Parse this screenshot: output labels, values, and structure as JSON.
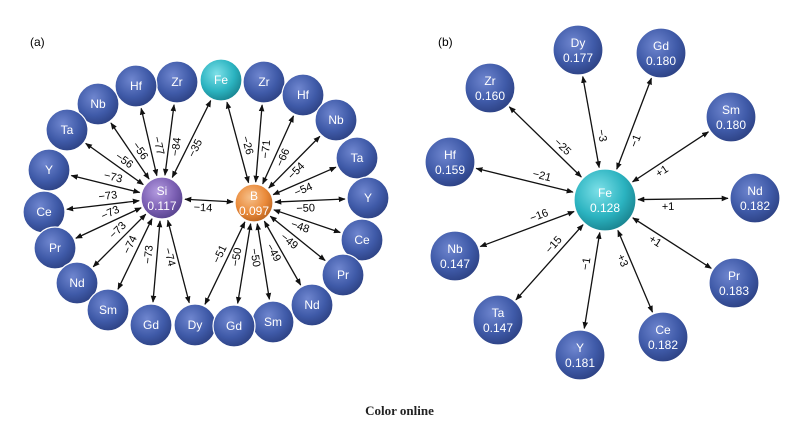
{
  "caption": "Color online",
  "colors": {
    "outer_node": "#3f5aa8",
    "fe_node": "#2bb3c0",
    "si_node": "#7b5fb3",
    "b_node": "#ea8a3a",
    "edge": "#111111"
  },
  "panel_a": {
    "label": "(a)",
    "centers": [
      {
        "id": "si",
        "symbol": "Si",
        "value": "0.117",
        "color_key": "si_node"
      },
      {
        "id": "b",
        "symbol": "B",
        "value": "0.097",
        "color_key": "b_node"
      }
    ],
    "center_link_label": "−14",
    "outer_nodes": [
      {
        "id": "fe",
        "symbol": "Fe",
        "color_key": "fe_node"
      },
      {
        "id": "zr_l",
        "symbol": "Zr"
      },
      {
        "id": "hf_l",
        "symbol": "Hf"
      },
      {
        "id": "nb_l",
        "symbol": "Nb"
      },
      {
        "id": "ta_l",
        "symbol": "Ta"
      },
      {
        "id": "y_l",
        "symbol": "Y"
      },
      {
        "id": "ce_l",
        "symbol": "Ce"
      },
      {
        "id": "pr_l",
        "symbol": "Pr"
      },
      {
        "id": "nd_l",
        "symbol": "Nd"
      },
      {
        "id": "sm_l",
        "symbol": "Sm"
      },
      {
        "id": "gd_l",
        "symbol": "Gd"
      },
      {
        "id": "dy",
        "symbol": "Dy"
      },
      {
        "id": "zr_r",
        "symbol": "Zr"
      },
      {
        "id": "hf_r",
        "symbol": "Hf"
      },
      {
        "id": "nb_r",
        "symbol": "Nb"
      },
      {
        "id": "ta_r",
        "symbol": "Ta"
      },
      {
        "id": "y_r",
        "symbol": "Y"
      },
      {
        "id": "ce_r",
        "symbol": "Ce"
      },
      {
        "id": "pr_r",
        "symbol": "Pr"
      },
      {
        "id": "nd_r",
        "symbol": "Nd"
      },
      {
        "id": "sm_r",
        "symbol": "Sm"
      },
      {
        "id": "gd_r",
        "symbol": "Gd"
      }
    ],
    "edges": [
      {
        "from": "si",
        "to": "fe",
        "label": "−35"
      },
      {
        "from": "si",
        "to": "zr_l",
        "label": "−84"
      },
      {
        "from": "si",
        "to": "hf_l",
        "label": "−77"
      },
      {
        "from": "si",
        "to": "nb_l",
        "label": "−56"
      },
      {
        "from": "si",
        "to": "ta_l",
        "label": "−56"
      },
      {
        "from": "si",
        "to": "y_l",
        "label": "−73"
      },
      {
        "from": "si",
        "to": "ce_l",
        "label": "−73"
      },
      {
        "from": "si",
        "to": "pr_l",
        "label": "−73"
      },
      {
        "from": "si",
        "to": "nd_l",
        "label": "−73"
      },
      {
        "from": "si",
        "to": "sm_l",
        "label": "−74"
      },
      {
        "from": "si",
        "to": "gd_l",
        "label": "−73"
      },
      {
        "from": "si",
        "to": "dy",
        "label": "−74"
      },
      {
        "from": "b",
        "to": "fe",
        "label": "−26"
      },
      {
        "from": "b",
        "to": "zr_r",
        "label": "−71"
      },
      {
        "from": "b",
        "to": "hf_r",
        "label": "−66"
      },
      {
        "from": "b",
        "to": "nb_r",
        "label": "−54"
      },
      {
        "from": "b",
        "to": "ta_r",
        "label": "−54"
      },
      {
        "from": "b",
        "to": "y_r",
        "label": "−50"
      },
      {
        "from": "b",
        "to": "ce_r",
        "label": "−48"
      },
      {
        "from": "b",
        "to": "pr_r",
        "label": "−49"
      },
      {
        "from": "b",
        "to": "nd_r",
        "label": "−49"
      },
      {
        "from": "b",
        "to": "sm_r",
        "label": "−50"
      },
      {
        "from": "b",
        "to": "gd_r",
        "label": "−50"
      },
      {
        "from": "b",
        "to": "dy",
        "label": "−51"
      }
    ]
  },
  "panel_b": {
    "label": "(b)",
    "center": {
      "id": "fe_b",
      "symbol": "Fe",
      "value": "0.128",
      "color_key": "fe_node"
    },
    "outer_nodes": [
      {
        "id": "dy_b",
        "symbol": "Dy",
        "value": "0.177",
        "edge_label": "−3"
      },
      {
        "id": "gd_b",
        "symbol": "Gd",
        "value": "0.180",
        "edge_label": "−1"
      },
      {
        "id": "sm_b",
        "symbol": "Sm",
        "value": "0.180",
        "edge_label": "+1"
      },
      {
        "id": "nd_b",
        "symbol": "Nd",
        "value": "0.182",
        "edge_label": "+1"
      },
      {
        "id": "pr_b",
        "symbol": "Pr",
        "value": "0.183",
        "edge_label": "+1"
      },
      {
        "id": "ce_b",
        "symbol": "Ce",
        "value": "0.182",
        "edge_label": "+3"
      },
      {
        "id": "y_b",
        "symbol": "Y",
        "value": "0.181",
        "edge_label": "−1"
      },
      {
        "id": "ta_b",
        "symbol": "Ta",
        "value": "0.147",
        "edge_label": "−15"
      },
      {
        "id": "nb_b",
        "symbol": "Nb",
        "value": "0.147",
        "edge_label": "−16"
      },
      {
        "id": "hf_b",
        "symbol": "Hf",
        "value": "0.159",
        "edge_label": "−21"
      },
      {
        "id": "zr_b",
        "symbol": "Zr",
        "value": "0.160",
        "edge_label": "−25"
      }
    ]
  }
}
